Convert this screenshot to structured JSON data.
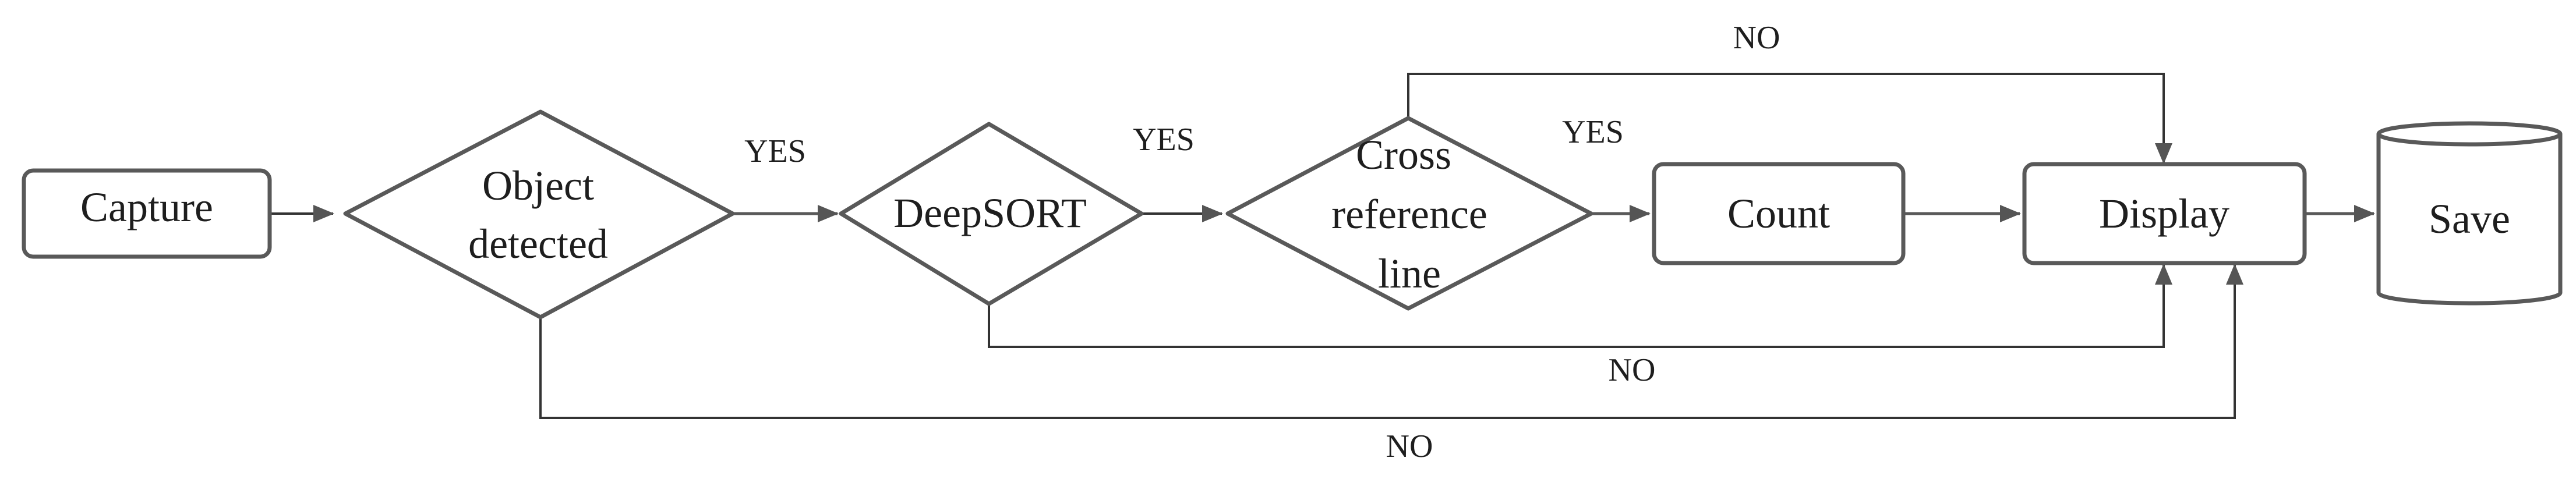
{
  "nodes": {
    "capture": "Capture",
    "object_detected": [
      "Object",
      "detected"
    ],
    "deepsort": "DeepSORT",
    "cross_reference": [
      "Cross",
      "reference",
      "line"
    ],
    "count": "Count",
    "display": "Display",
    "save": "Save"
  },
  "edges": {
    "object_yes": "YES",
    "deepsort_yes": "YES",
    "cross_yes": "YES",
    "cross_no": "NO",
    "deepsort_no": "NO",
    "object_no": "NO"
  },
  "colors": {
    "shape_stroke": "#595959",
    "line_stroke": "#333333",
    "text": "#1e1e1e"
  }
}
